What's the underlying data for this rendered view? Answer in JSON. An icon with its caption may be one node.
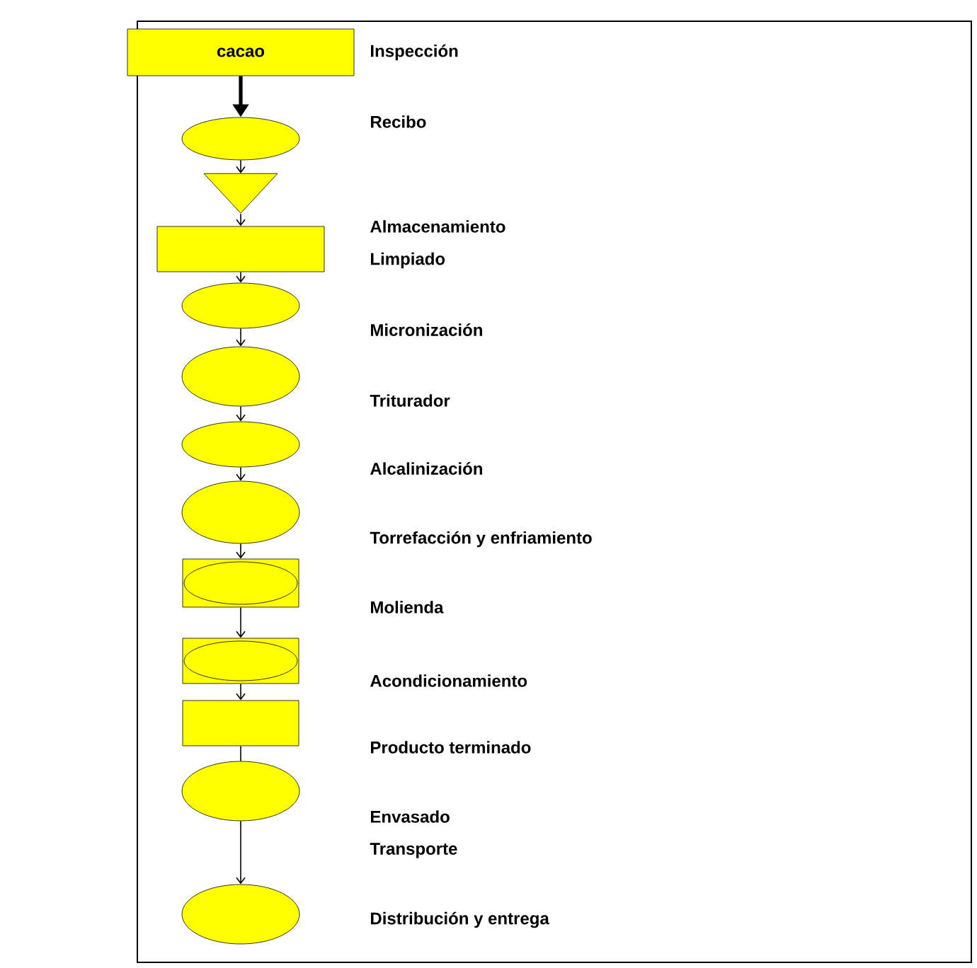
{
  "diagram": {
    "nodes": [
      {
        "text": [
          "cacao"
        ]
      },
      {
        "text": [],
        "shape": "circle"
      },
      {
        "text": [],
        "shape": "triangle"
      },
      {
        "text": [],
        "shape": "box"
      },
      {
        "text": [],
        "shape": "circle"
      },
      {
        "text": [],
        "shape": "circle"
      },
      {
        "text": [],
        "shape": "circle"
      },
      {
        "text": [],
        "shape": "circle"
      },
      {
        "text": [],
        "shape": "box"
      },
      {
        "text": [],
        "shape": "box"
      },
      {
        "text": [],
        "shape": "box"
      },
      {
        "text": [],
        "shape": "circle"
      },
      {
        "text": [],
        "shape": "circle"
      }
    ],
    "edges": [
      {
        "from": 0,
        "to": 1,
        "arrow": "to",
        "style": "thick"
      },
      {
        "from": 1,
        "to": 2,
        "arrow": "to"
      },
      {
        "from": 2,
        "to": 3,
        "arrow": "to"
      },
      {
        "from": 3,
        "to": 4,
        "arrow": "to"
      },
      {
        "from": 4,
        "to": 5,
        "arrow": "to"
      },
      {
        "from": 5,
        "to": 6,
        "arrow": "to"
      },
      {
        "from": 6,
        "to": 7,
        "arrow": "to"
      },
      {
        "from": 7,
        "to": 8,
        "arrow": "to"
      },
      {
        "from": 8,
        "to": 9,
        "arrow": "to"
      },
      {
        "from": 9,
        "to": 10,
        "arrow": "to"
      },
      {
        "from": 10,
        "to": 11,
        "arrow": "none"
      },
      {
        "from": 11,
        "to": 12,
        "arrow": "to"
      }
    ],
    "labels": [
      "Inspección",
      "Recibo",
      "Almacenamiento",
      "Limpiado",
      "Micronización",
      "Triturador",
      "Alcalinización",
      "Torrefacción y enfriamiento",
      "Molienda",
      "Acondicionamiento",
      "Producto terminado",
      "Envasado",
      "Transporte",
      "Distribución y entrega"
    ]
  }
}
